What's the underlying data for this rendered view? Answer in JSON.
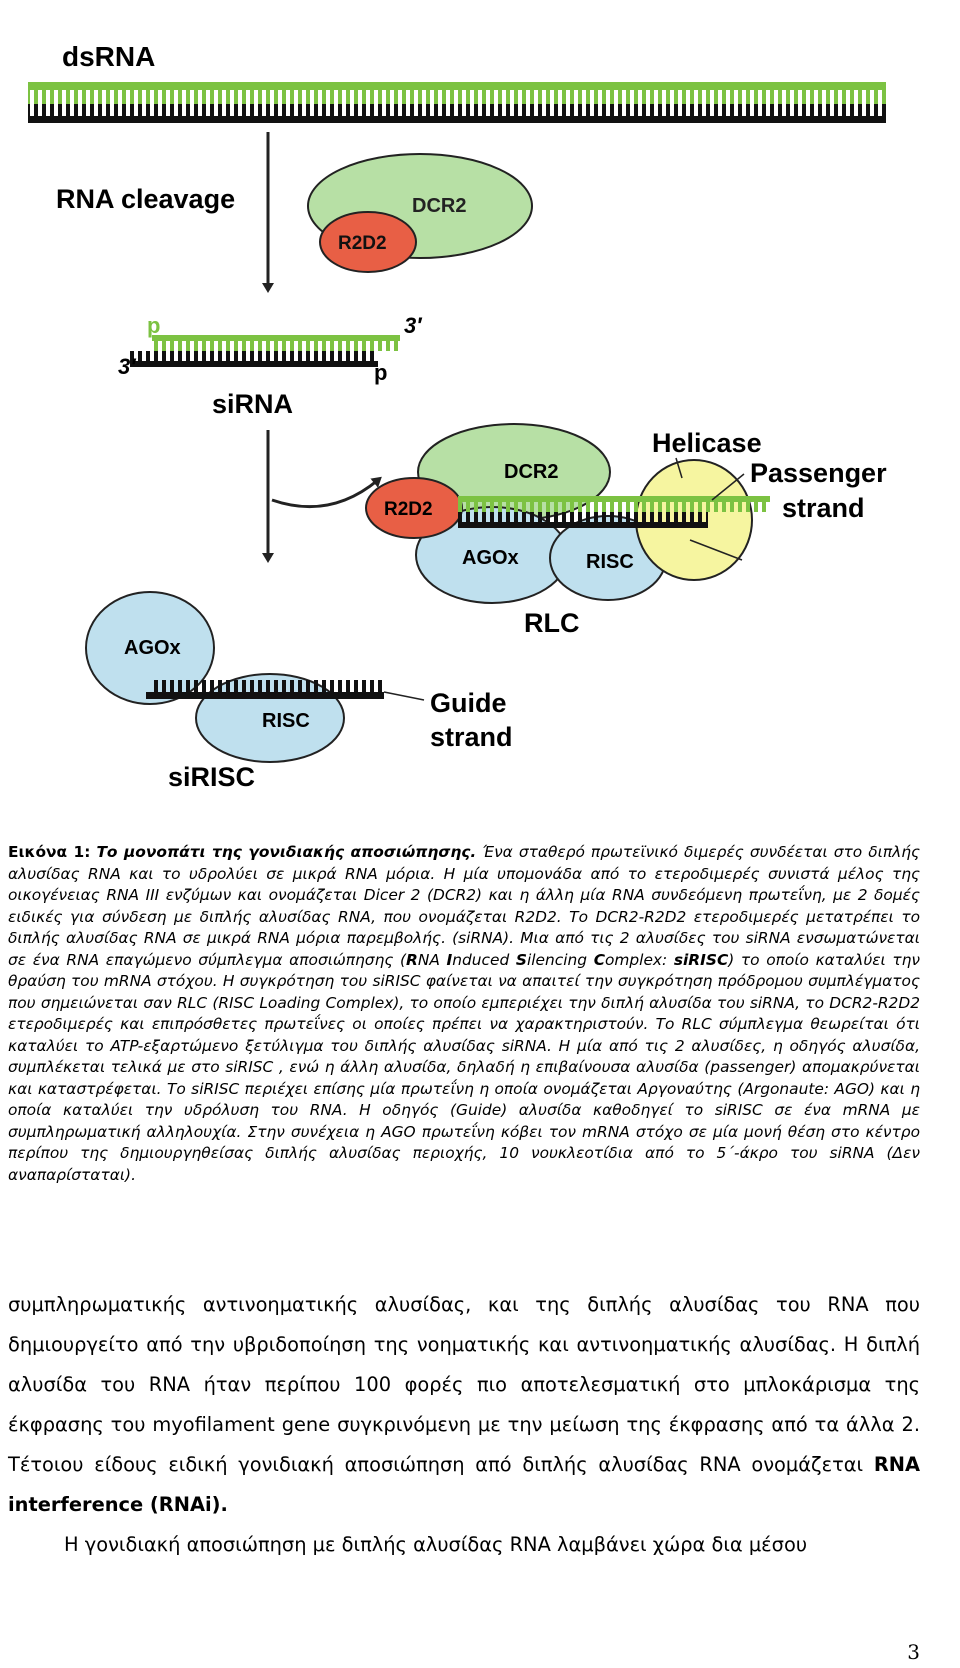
{
  "figure": {
    "dsrna_label": "dsRNA",
    "rna_cleavage_label": "RNA cleavage",
    "dcr2_label": "DCR2",
    "r2d2_label": "R2D2",
    "p_top": "p",
    "three_prime_top": "3′",
    "three_prime_bottom": "3′",
    "p_bottom": "p",
    "sirna_label": "siRNA",
    "rlc_dcr2_label": "DCR2",
    "rlc_r2d2_label": "R2D2",
    "agox_label": "AGOx",
    "risc_label": "RISC",
    "helicase_label": "Helicase",
    "passenger_label_1": "Passenger",
    "passenger_label_2": "strand",
    "rlc_label": "RLC",
    "sirisc_agox_label": "AGOx",
    "sirisc_risc_label": "RISC",
    "guide_label_1": "Guide",
    "guide_label_2": "strand",
    "sirisc_label": "siRISC",
    "colors": {
      "green_protein": "#b7e0a5",
      "blue_protein": "#bfe0ee",
      "red_protein": "#e85f45",
      "yellow_protein": "#f6f5a0",
      "green_strand": "#7cc242",
      "black_strand": "#111111"
    }
  },
  "caption": {
    "lead": "Εικόνα 1:",
    "title": "Το μονοπάτι της γονιδιακής αποσιώπησης.",
    "s1": " Ένα σταθερό πρωτεϊνικό διμερές συνδέεται στο διπλής αλυσίδας RNA και το υδρολύει σε μικρά RNA μόρια. Η μία υπομονάδα από το ετεροδιμερές συνιστά μέλος της οικογένειας RNA  III ενζύμων και ονομάζεται Dicer 2 (DCR2) και η άλλη μία RNA συνδεόμενη πρωτεΐνη, με 2 δομές ειδικές για σύνδεση με διπλής αλυσίδας RNA, που ονομάζεται R2D2. Το DCR2-R2D2 ετεροδιμερές μετατρέπει το διπλής αλυσίδας RNA σε μικρά RNA μόρια παρεμβολής. (siRNA). Μια από τις 2 αλυσίδες του siRNA ενσωματώνεται σε ένα RNA επαγώμενο σύμπλεγμα αποσιώπησης (",
    "b_R": "R",
    "t_NA": "NA ",
    "b_I": "I",
    "t_nduced": "nduced ",
    "b_S": "S",
    "t_ilencing": "ilencing ",
    "b_C": "C",
    "t_omplex": "omplex: ",
    "b_siRISC": "siRISC",
    "s2": ") το οποίο καταλύει την θραύση του mRNA στόχου. Η συγκρότηση του siRISC φαίνεται να απαιτεί την συγκρότηση πρόδρομου συμπλέγματος που σημειώνεται σαν RLC (RISC Loading Complex), το οποίο εμπεριέχει την διπλή αλυσίδα του siRNA, το DCR2-R2D2 ετεροδιμερές και επιπρόσθετες πρωτεΐνες οι οποίες πρέπει να χαρακτηριστούν. Το RLC σύμπλεγμα θεωρείται ότι καταλύει το ATP-εξαρτώμενο ξετύλιγμα του διπλής αλυσίδας siRNA. Η μία από τις 2 αλυσίδες, η οδηγός αλυσίδα, συμπλέκεται τελικά με στο siRISC , ενώ η άλλη αλυσίδα, δηλαδή η επιβαίνουσα αλυσίδα (passenger) απομακρύνεται και καταστρέφεται. Το siRISC περιέχει επίσης μία πρωτεΐνη η οποία ονομάζεται Αργοναύτης (Argonaute: AGO) και η οποία καταλύει την υδρόλυση του RNA. Η οδηγός (Guide) αλυσίδα καθοδηγεί το siRISC σε ένα mRNA με συμπληρωματική αλληλουχία. Στην συνέχεια η AGO πρωτεΐνη κόβει τον mRNA στόχο σε μία μονή θέση στο κέντρο περίπου της δημιουργηθείσας διπλής αλυσίδας περιοχής, 10 νουκλεοτίδια από το 5΄-άκρο του siRNA (Δεν αναπαρίσταται)."
  },
  "body": {
    "p1_text": "συμπληρωματικής αντινοηματικής αλυσίδας, και της διπλής αλυσίδας του RNA που δημιουργείτο από την υβριδοποίηση της νοηματικής και αντινοηματικής αλυσίδας. Η διπλή αλυσίδα του RNA ήταν περίπου 100 φορές πιο αποτελεσματική στο μπλοκάρισμα της έκφρασης του myofilament gene συγκρινόμενη με την μείωση της έκφρασης από τα άλλα 2. Τέτοιου είδους ειδική γονιδιακή αποσιώπηση από διπλής αλυσίδας RNA ονομάζεται ",
    "p1_bold": "RNA interference (RNAi).",
    "p2_text": "Η γονιδιακή αποσιώπηση με διπλής αλυσίδας RNA λαμβάνει χώρα δια μέσου"
  },
  "page_number": "3"
}
